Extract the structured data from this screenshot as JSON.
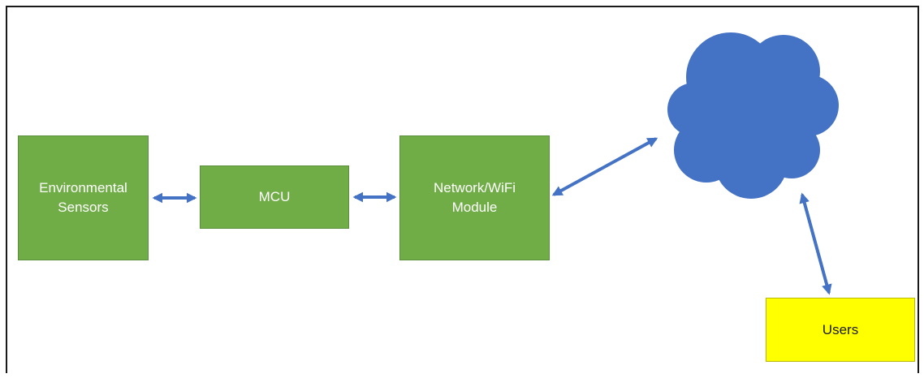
{
  "colors": {
    "block_fill": "#70ad47",
    "users_fill": "#ffff00",
    "cloud_fill": "#4472c4",
    "cloud_stroke": "#2f5597",
    "arrow": "#4472c4"
  },
  "blocks": {
    "sensors": "Environmental\nSensors",
    "mcu": "MCU",
    "network": "Network/WiFi\nModule",
    "users": "Users"
  },
  "cloud": {
    "icon": "cloud-icon"
  },
  "connections": [
    {
      "from": "sensors",
      "to": "mcu",
      "direction": "bidirectional"
    },
    {
      "from": "mcu",
      "to": "network",
      "direction": "bidirectional"
    },
    {
      "from": "network",
      "to": "cloud",
      "direction": "bidirectional"
    },
    {
      "from": "cloud",
      "to": "users",
      "direction": "bidirectional"
    }
  ]
}
